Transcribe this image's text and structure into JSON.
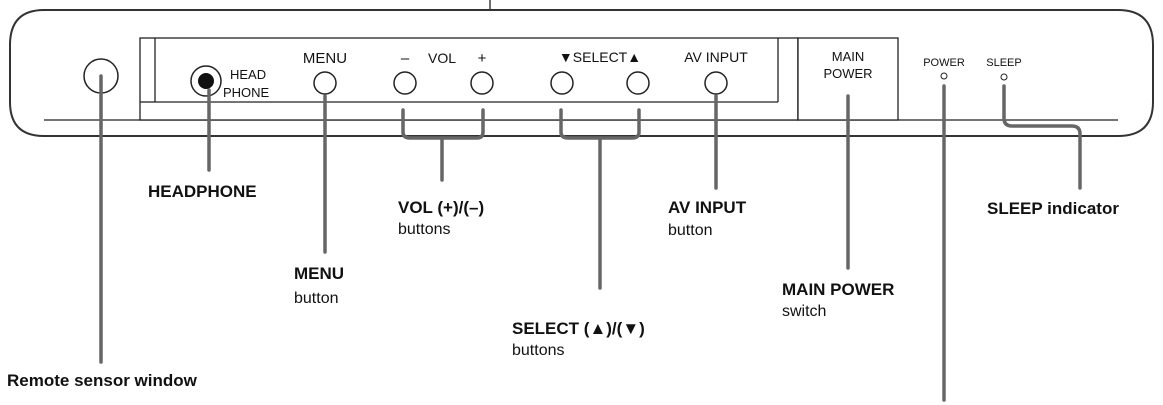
{
  "panel": {
    "headphone_label_1": "HEAD",
    "headphone_label_2": "PHONE",
    "menu_label": "MENU",
    "vol_minus": "–",
    "vol_label": "VOL",
    "vol_plus": "+",
    "select_label": "▼SELECT▲",
    "av_input_label": "AV INPUT",
    "main_power_1": "MAIN",
    "main_power_2": "POWER",
    "power_indicator": "POWER",
    "sleep_indicator": "SLEEP"
  },
  "callouts": {
    "headphone": "HEADPHONE",
    "vol_bold": "VOL (+)/(–)",
    "vol_sub": "buttons",
    "av_bold": "AV INPUT",
    "av_sub": "button",
    "sleep": "SLEEP indicator",
    "menu_bold": "MENU",
    "menu_sub": "button",
    "main_power_bold": "MAIN POWER",
    "main_power_sub": "switch",
    "select_bold": "SELECT (▲)/(▼)",
    "select_sub": "buttons",
    "remote": "Remote sensor window"
  }
}
